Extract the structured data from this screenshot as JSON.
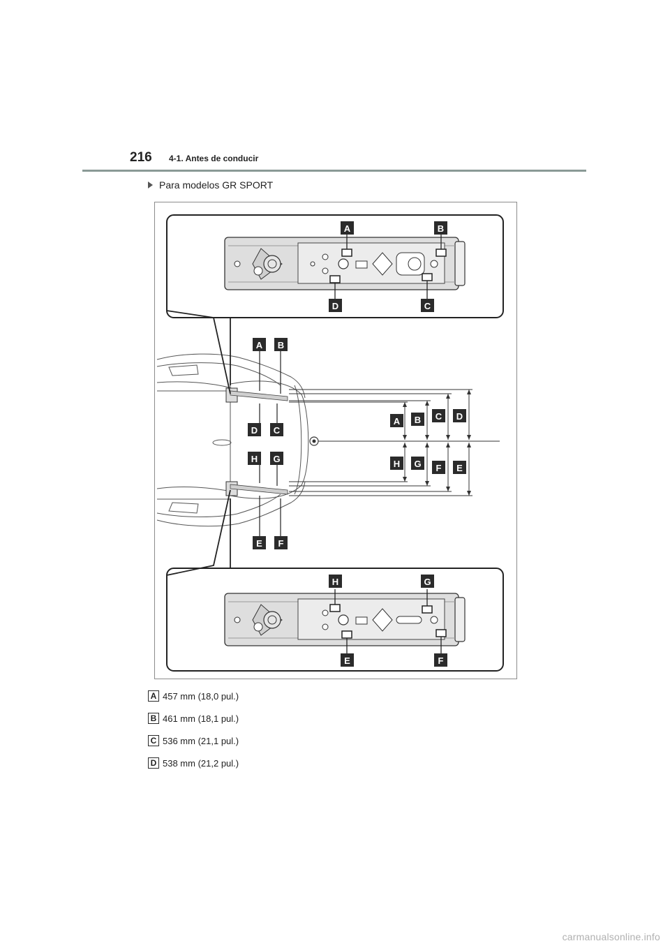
{
  "header": {
    "page_number": "216",
    "section_title": "4-1. Antes de conducir"
  },
  "bullet": {
    "text": "Para modelos GR SPORT"
  },
  "figure": {
    "badge_color": "#2b2b2b",
    "badges": {
      "A": "A",
      "B": "B",
      "C": "C",
      "D": "D",
      "E": "E",
      "F": "F",
      "G": "G",
      "H": "H"
    }
  },
  "legend": [
    {
      "key": "A",
      "text": "457 mm (18,0 pul.)"
    },
    {
      "key": "B",
      "text": "461 mm (18,1 pul.)"
    },
    {
      "key": "C",
      "text": "536 mm (21,1 pul.)"
    },
    {
      "key": "D",
      "text": "538 mm (21,2 pul.)"
    }
  ],
  "footer": {
    "watermark": "carmanualsonline.info"
  }
}
